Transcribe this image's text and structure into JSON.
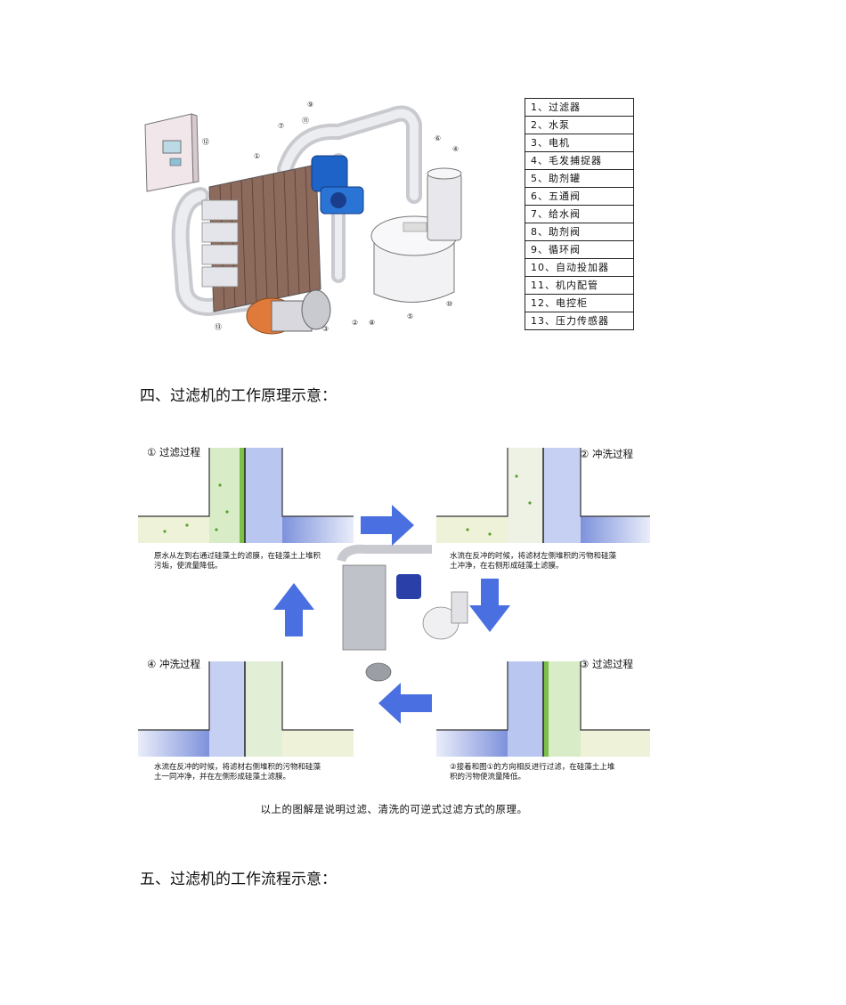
{
  "figure1": {
    "callouts": [
      "①",
      "②",
      "③",
      "④",
      "⑤",
      "⑥",
      "⑦",
      "⑧",
      "⑨",
      "⑩",
      "⑪",
      "⑫",
      "⑬"
    ]
  },
  "legend": [
    "1、过滤器",
    "2、水泵",
    "3、电机",
    "4、毛发捕捉器",
    "5、助剂罐",
    "6、五通阀",
    "7、给水阀",
    "8、助剂阀",
    "9、循环阀",
    "10、自动投加器",
    "11、机内配管",
    "12、电控柜",
    "13、压力传感器"
  ],
  "heading4": "四、过滤机的工作原理示意：",
  "principle": {
    "step1_label": "① 过滤过程",
    "step2_label": "② 冲洗过程",
    "step3_label": "③ 过滤过程",
    "step4_label": "④ 冲洗过程",
    "step1_text": "原水从左到右通过硅藻土的滤膜，在硅藻土上堆积污垢，使流量降低。",
    "step2_text": "水流在反冲的时候，将滤材左侧堆积的污物和硅藻土冲净，在右侧形成硅藻土滤膜。",
    "step3_text": "②接着和图①的方向相反进行过滤，在硅藻土上堆积的污物使流量降低。",
    "step4_text": "水流在反冲的时候，将滤材右侧堆积的污物和硅藻土一同冲净，并在左侧形成硅藻土滤膜。",
    "caption": "以上的图解是说明过滤、清洗的可逆式过滤方式的原理。"
  },
  "heading5": "五、过滤机的工作流程示意：",
  "colors": {
    "pipe": "#d8d8dc",
    "pump_blue": "#1e64c8",
    "motor_orange": "#e07a3a",
    "water_blue": "#6f86d8",
    "diatomite_green": "#7cc04a",
    "arrow_blue": "#4a6fe0"
  }
}
